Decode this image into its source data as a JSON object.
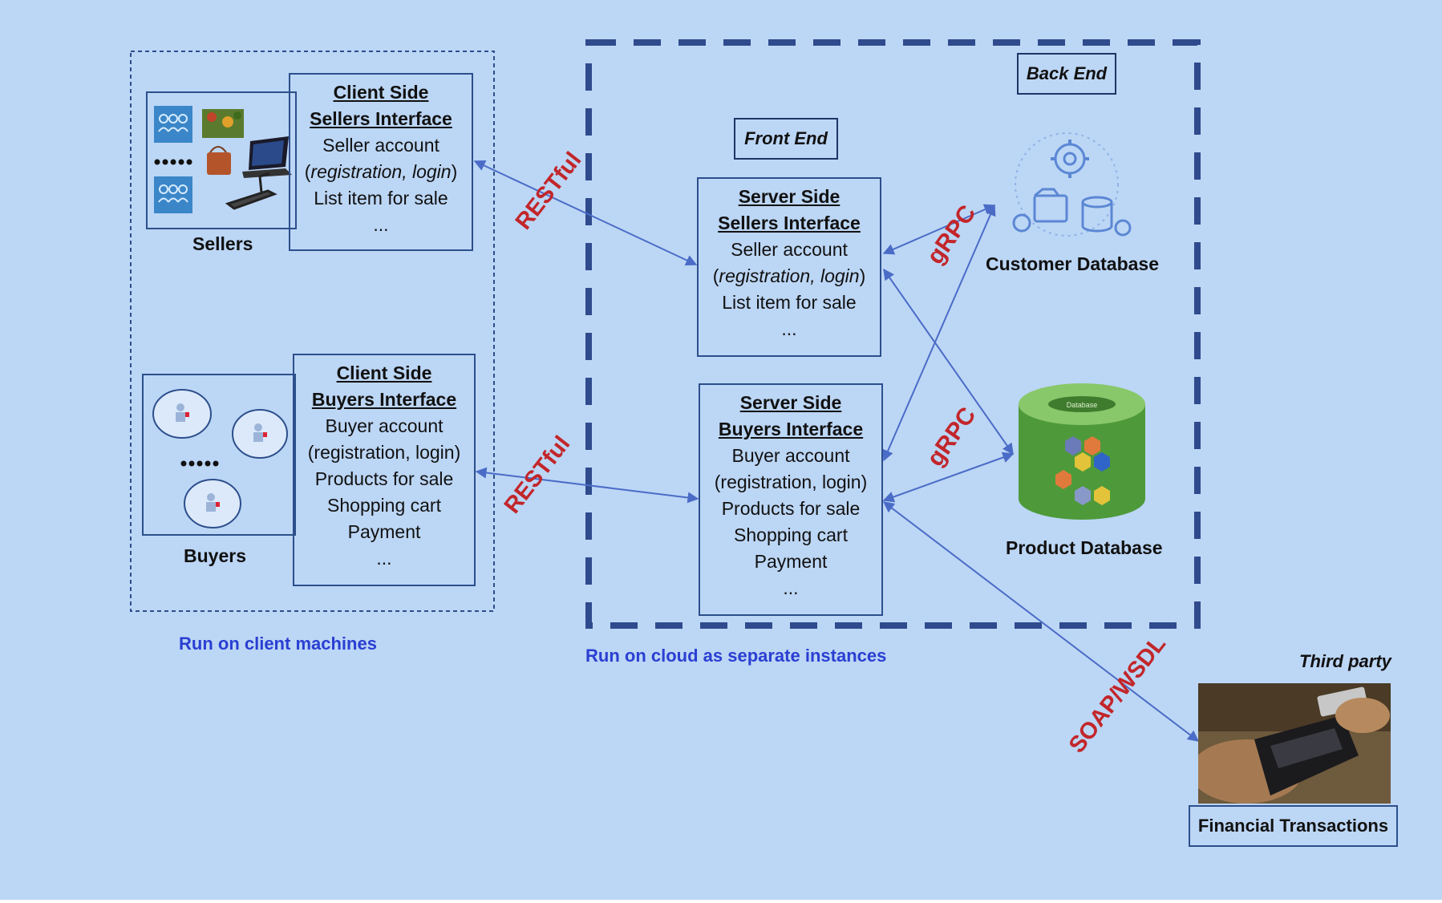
{
  "labels": {
    "back_end": "Back End",
    "front_end": "Front End",
    "sellers": "Sellers",
    "buyers": "Buyers",
    "customer_db": "Customer Database",
    "product_db": "Product Database",
    "third_party": "Third party",
    "financial": "Financial Transactions",
    "run_client": "Run on client machines",
    "run_cloud": "Run on cloud as separate instances",
    "db_lid": "Database"
  },
  "protocols": {
    "rest_top": "RESTful",
    "rest_bottom": "RESTful",
    "grpc_top": "gRPC",
    "grpc_bottom": "gRPC",
    "soap": "SOAP/WSDL"
  },
  "client_sellers": {
    "h1": "Client Side",
    "h2": "Sellers Interface",
    "l1": "Seller account",
    "l2": "registration, login",
    "l3": "List item for sale",
    "l4": "..."
  },
  "client_buyers": {
    "h1": "Client Side",
    "h2": "Buyers Interface",
    "l1": "Buyer account",
    "l2": "(registration, login)",
    "l3": "Products for sale",
    "l4": "Shopping cart",
    "l5": "Payment",
    "l6": "..."
  },
  "server_sellers": {
    "h1": "Server Side",
    "h2": "Sellers Interface",
    "l1": "Seller account",
    "l2": "registration, login",
    "l3": "List item for sale",
    "l4": "..."
  },
  "server_buyers": {
    "h1": "Server Side",
    "h2": "Buyers Interface",
    "l1": "Buyer account",
    "l2": "(registration, login)",
    "l3": "Products for sale",
    "l4": "Shopping cart",
    "l5": "Payment",
    "l6": "..."
  },
  "colors": {
    "background": "#bcd6f5",
    "border": "#2c4f8c",
    "protocol": "#c2262a",
    "note": "#2a3fd2",
    "arrow": "#4a6cc7"
  },
  "icons": [
    "people-icon",
    "laptop-icon",
    "handbag-icon",
    "treadmill-icon",
    "plants-icon",
    "user-avatar-icon",
    "gear-network-icon",
    "database-cylinder-icon",
    "card-terminal-photo"
  ]
}
